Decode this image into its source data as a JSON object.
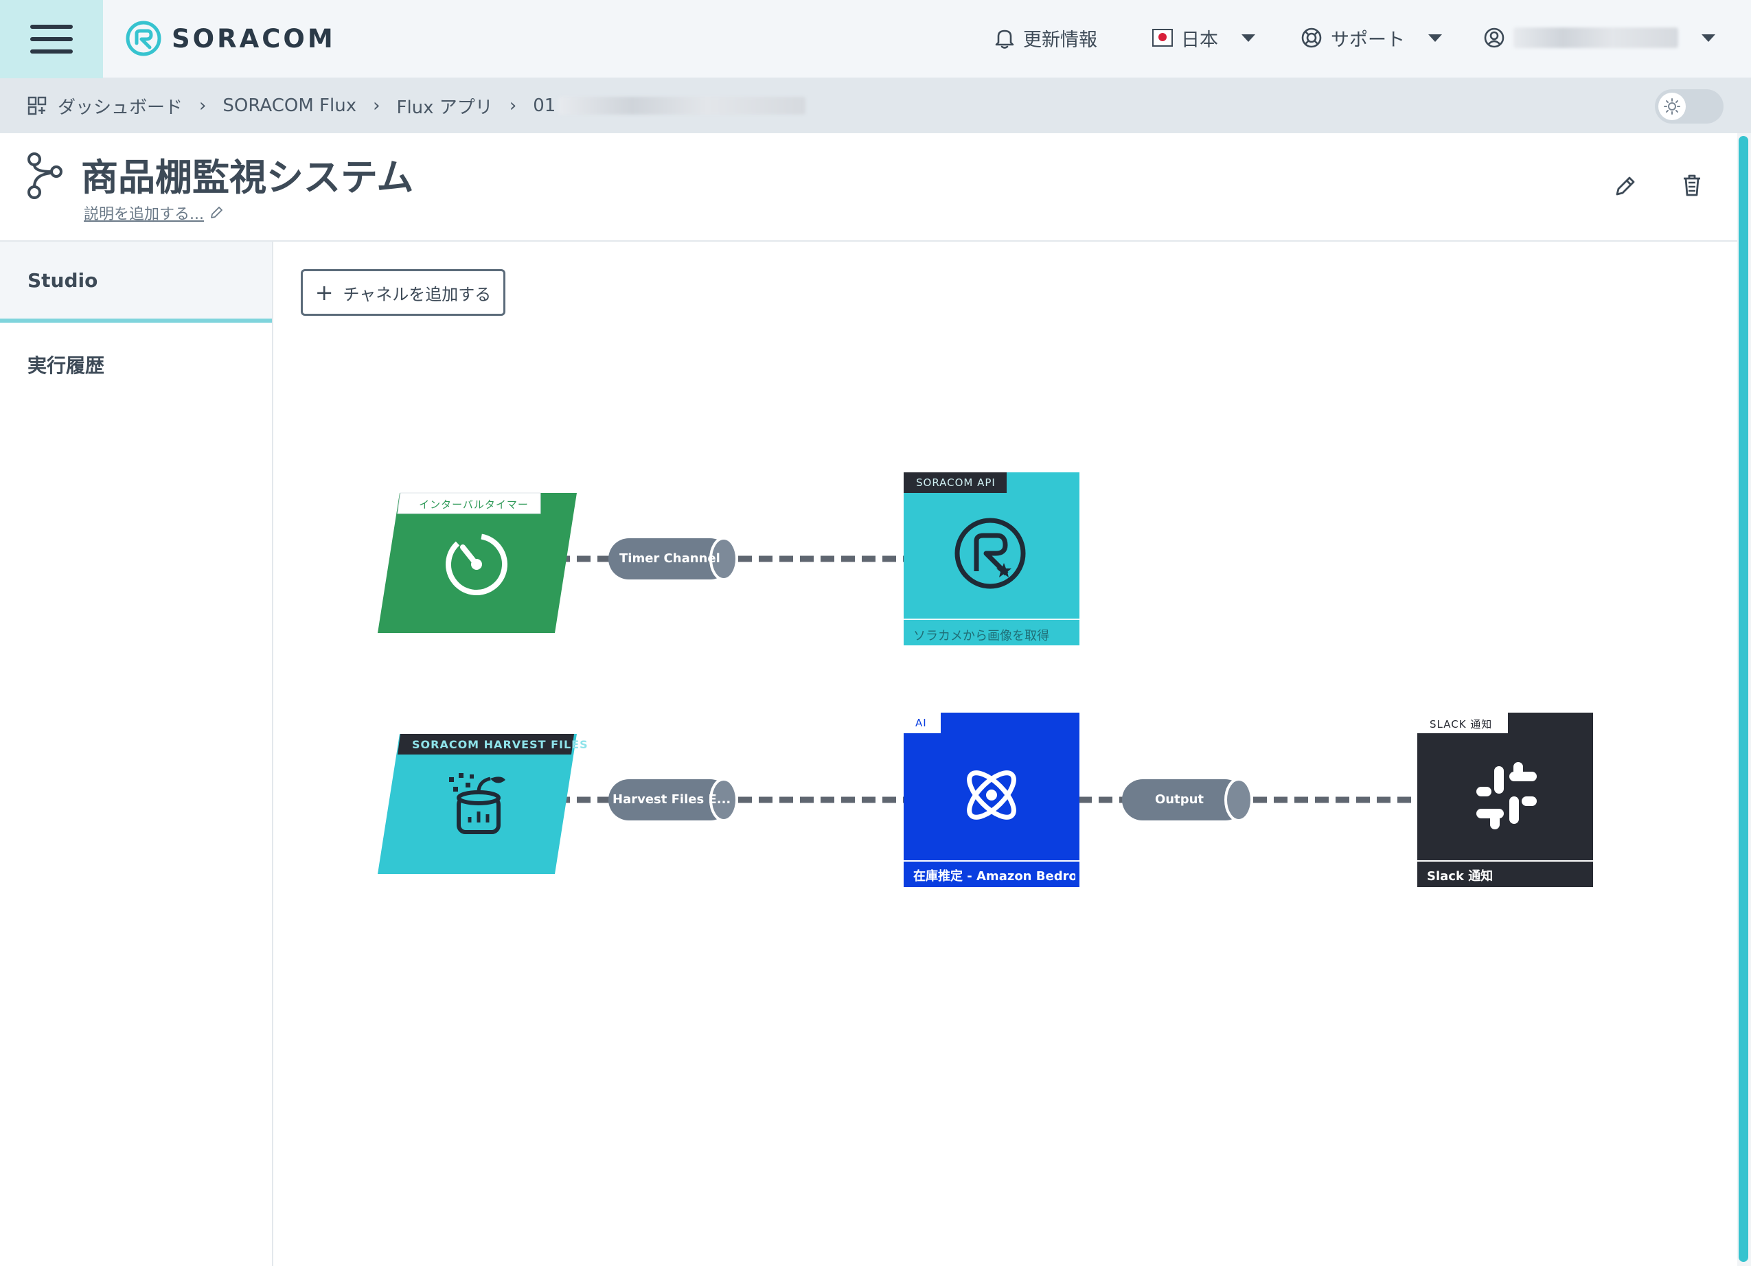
{
  "header": {
    "logo_text": "SORACOM",
    "updates_label": "更新情報",
    "language_label": "日本",
    "support_label": "サポート"
  },
  "breadcrumb": {
    "items": [
      "ダッシュボード",
      "SORACOM Flux",
      "Flux アプリ",
      "01"
    ]
  },
  "page": {
    "title": "商品棚監視システム",
    "description_link": "説明を追加する..."
  },
  "sidebar": {
    "tabs": [
      {
        "label": "Studio",
        "active": true
      },
      {
        "label": "実行履歴",
        "active": false
      }
    ]
  },
  "canvas": {
    "add_channel_label": "チャネルを追加する",
    "nodes": {
      "interval_timer": {
        "tag": "インターバルタイマー",
        "color": "#2f9a58"
      },
      "soracom_api": {
        "tag": "SORACOM API",
        "footer": "ソラカメから画像を取得",
        "color": "#33c7d3"
      },
      "harvest_files": {
        "tag": "SORACOM HARVEST FILES",
        "color": "#33c7d3"
      },
      "ai": {
        "tag": "AI",
        "footer": "在庫推定 - Amazon Bedro...",
        "color": "#0a3ee0"
      },
      "slack": {
        "tag": "SLACK 通知",
        "footer": "Slack 通知",
        "color": "#282b33"
      }
    },
    "channels": {
      "timer": "Timer Channel",
      "harvest": "Harvest Files E...",
      "output": "Output"
    }
  },
  "colors": {
    "accent": "#36c3cf",
    "header_bg": "#f3f6f9",
    "channel": "#6f7d8d"
  }
}
